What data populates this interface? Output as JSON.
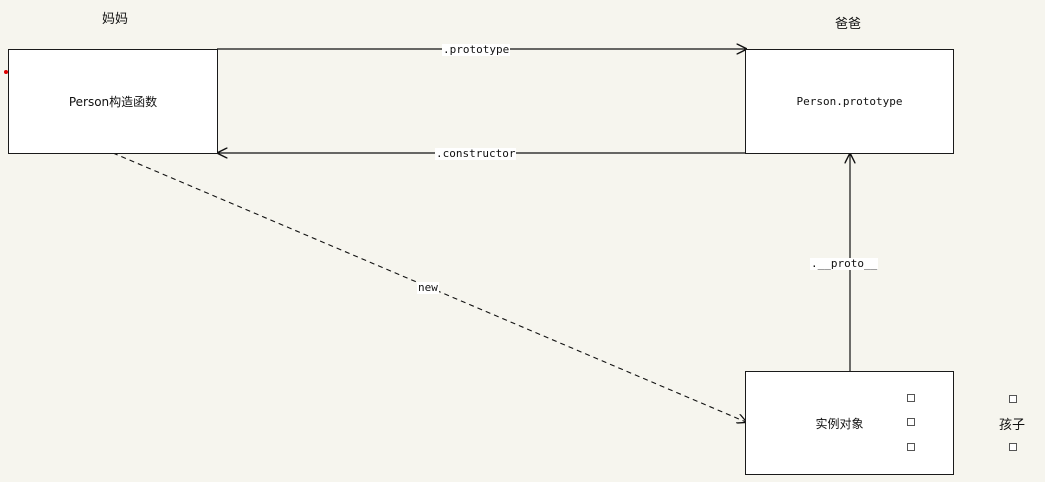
{
  "nodes": {
    "constructor_box": {
      "label": "Person构造函数"
    },
    "prototype_box": {
      "label": "Person.prototype"
    },
    "instance_box": {
      "label": "实例对象"
    }
  },
  "captions": {
    "mother": "妈妈",
    "father": "爸爸",
    "child": "孩子"
  },
  "edges": {
    "prototype": ".prototype",
    "constructor": ".constructor",
    "new": "new",
    "proto": ".__proto__"
  }
}
